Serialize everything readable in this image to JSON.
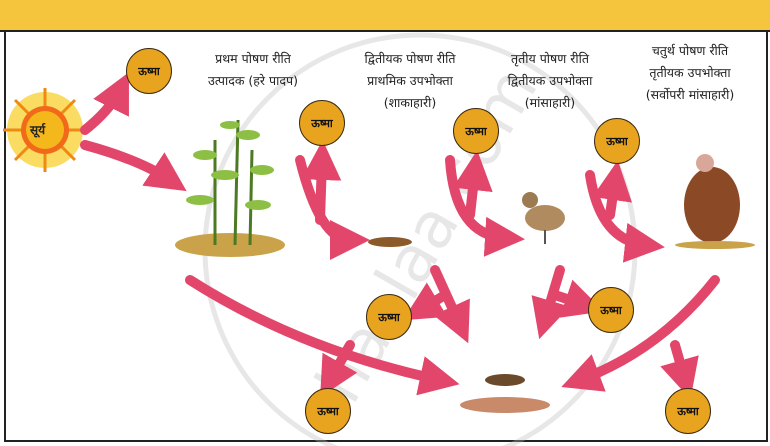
{
  "sun": {
    "label": "सूर्य"
  },
  "heat_label": "ऊष्मा",
  "levels": [
    {
      "line1": "प्रथम पोषण रीति",
      "line2": "उत्पादक (हरे पादप)"
    },
    {
      "line1": "द्वितीयक पोषण रीति",
      "line2": "प्राथमिक उपभोक्ता",
      "line3": "(शाकाहारी)"
    },
    {
      "line1": "तृतीय पोषण रीति",
      "line2": "द्वितीयक उपभोक्ता",
      "line3": "(मांसाहारी)"
    },
    {
      "line1": "चतुर्थ पोषण रीति",
      "line2": "तृतीयक उपभोक्ता",
      "line3": "(सर्वोपरी मांसाहारी)"
    }
  ],
  "watermark": "shaalaa.com",
  "colors": {
    "header": "#F5C53E",
    "heat": "#E9A41F",
    "arrow": "#E2476B",
    "sun": "#F4B81C"
  }
}
